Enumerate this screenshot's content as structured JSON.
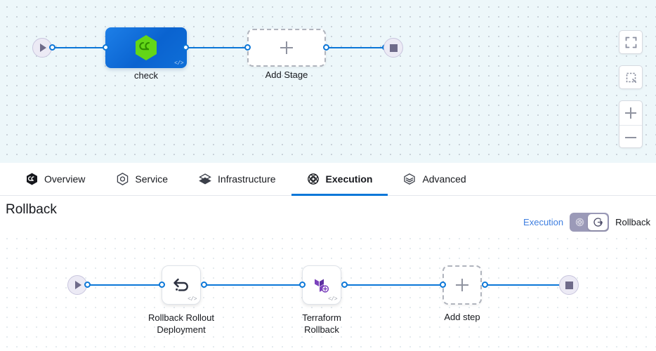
{
  "canvas_top": {
    "start_node": {
      "icon": "play-icon"
    },
    "end_node": {
      "icon": "stop-icon"
    },
    "stage": {
      "label": "check",
      "icon": "harness-hexagon-icon",
      "badge": "</>"
    },
    "add_stage": {
      "label": "Add Stage",
      "icon": "plus-icon"
    },
    "controls": [
      {
        "name": "fit-to-screen-button",
        "icon": "fullscreen-icon"
      },
      {
        "name": "selection-box-button",
        "icon": "dashed-square-icon"
      },
      {
        "name": "zoom-in-button",
        "icon": "plus-icon"
      },
      {
        "name": "zoom-out-button",
        "icon": "minus-icon"
      }
    ]
  },
  "tabs": [
    {
      "label": "Overview",
      "icon": "harness-hexagon-icon",
      "active": false
    },
    {
      "label": "Service",
      "icon": "service-hexagon-icon",
      "active": false
    },
    {
      "label": "Infrastructure",
      "icon": "layers-icon",
      "active": false
    },
    {
      "label": "Execution",
      "icon": "execution-atom-icon",
      "active": true
    },
    {
      "label": "Advanced",
      "icon": "advanced-cube-icon",
      "active": false
    }
  ],
  "rollback_section": {
    "title": "Rollback",
    "toggle": {
      "left_label": "Execution",
      "right_label": "Rollback",
      "state": "rollback",
      "knob_icon": "rollback-arrow-icon",
      "off_icon": "execution-atom-icon",
      "track_color": "#9b9ab8"
    }
  },
  "canvas_bottom": {
    "start_node": {
      "icon": "play-icon"
    },
    "end_node": {
      "icon": "stop-icon"
    },
    "steps": [
      {
        "label": "Rollback Rollout Deployment",
        "label_line1": "Rollback Rollout",
        "label_line2": "Deployment",
        "icon": "undo-arrow-icon",
        "badge": "</>"
      },
      {
        "label": "Terraform Rollback",
        "label_line1": "Terraform",
        "label_line2": "Rollback",
        "icon": "terraform-rollback-icon",
        "badge": "</>"
      }
    ],
    "add_step": {
      "label": "Add step",
      "icon": "plus-icon"
    }
  },
  "colors": {
    "accent_blue": "#0b77d8",
    "link_blue": "#3f7fe0",
    "stage_blue": "#0f6fd8",
    "harness_green": "#5ed40f",
    "terraform_purple": "#7b42bc",
    "canvas_top_bg": "#edf7fa",
    "canvas_bottom_bg": "#ffffff"
  }
}
